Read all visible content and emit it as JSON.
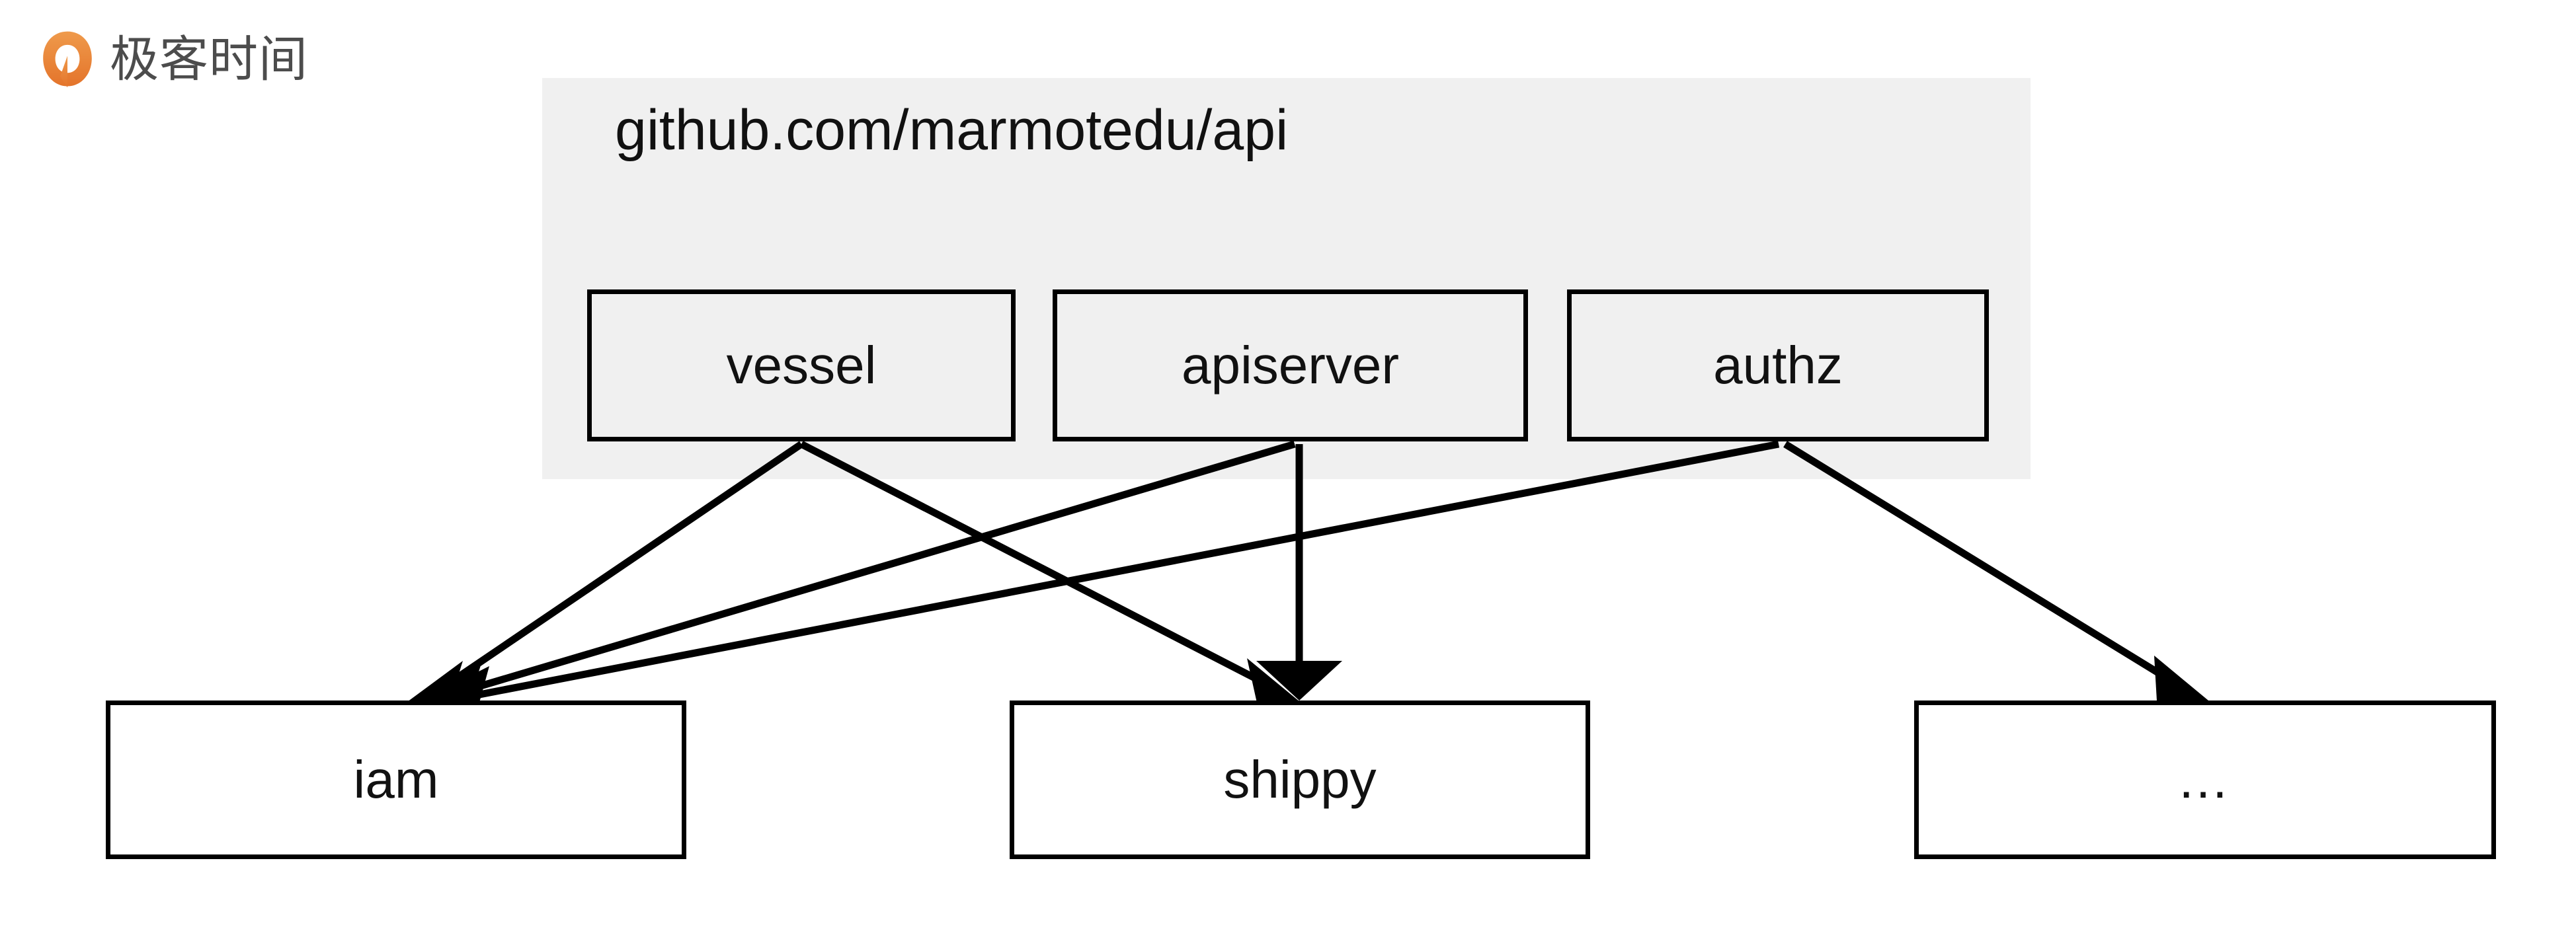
{
  "brand": {
    "name": "极客时间",
    "logo_icon": "geektime-ring-logo-icon",
    "logo_color": "#e8833a",
    "text_color": "#4c4c4c"
  },
  "package": {
    "title": "github.com/marmotedu/api",
    "background": "#f0f0f0"
  },
  "diagram": {
    "type": "dependency-graph",
    "background": "#ffffff",
    "line_color": "#000000",
    "box_border_color": "#000000",
    "package_nodes": [
      {
        "id": "vessel",
        "label": "vessel",
        "fill": "#f0f0f0"
      },
      {
        "id": "apiserver",
        "label": "apiserver",
        "fill": "#f0f0f0"
      },
      {
        "id": "authz",
        "label": "authz",
        "fill": "#f0f0f0"
      }
    ],
    "consumer_nodes": [
      {
        "id": "iam",
        "label": "iam",
        "fill": "#ffffff"
      },
      {
        "id": "shippy",
        "label": "shippy",
        "fill": "#ffffff"
      },
      {
        "id": "other",
        "label": "…",
        "fill": "#ffffff"
      }
    ],
    "edges": [
      {
        "from": "vessel",
        "to": "iam"
      },
      {
        "from": "vessel",
        "to": "shippy"
      },
      {
        "from": "apiserver",
        "to": "iam"
      },
      {
        "from": "apiserver",
        "to": "shippy"
      },
      {
        "from": "authz",
        "to": "iam"
      },
      {
        "from": "authz",
        "to": "other"
      }
    ]
  }
}
